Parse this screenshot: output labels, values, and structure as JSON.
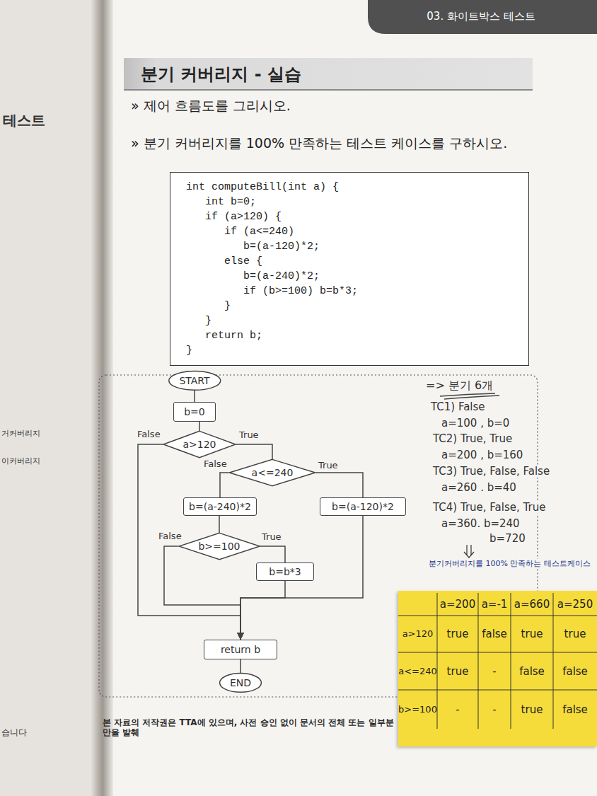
{
  "diagram": {
    "title": "분기 커버리지 - 실습",
    "nodes": [
      {
        "text": [
          "int computeBill(int a) {",
          "   int b=0;",
          "   if (a>120) {",
          "      if (a<=240)",
          "         b=(a-120)*2;",
          "      else {",
          "         b=(a-240)*2;",
          "         if (b>=100) b=b*3;",
          "      }",
          "   }",
          "   return b;",
          "}"
        ]
      },
      {
        "text": [
          "START"
        ]
      },
      {
        "text": [
          "b=0"
        ]
      },
      {
        "text": [
          "a>120"
        ]
      },
      {
        "text": [
          "a<=240"
        ]
      },
      {
        "text": [
          "b=(a-240)*2"
        ]
      },
      {
        "text": [
          "b=(a-120)*2"
        ]
      },
      {
        "text": [
          "b>=100"
        ]
      },
      {
        "text": [
          "b=b*3"
        ]
      },
      {
        "text": [
          "return b"
        ]
      },
      {
        "text": [
          "END"
        ]
      }
    ],
    "edges": [
      {
        "from": 1,
        "to": 2,
        "arrow": "none"
      },
      {
        "from": 2,
        "to": 3,
        "arrow": "none"
      },
      {
        "from": 3,
        "to": 4,
        "label": "True",
        "arrow": "none"
      },
      {
        "from": 3,
        "to": 9,
        "label": "False",
        "arrow": "to"
      },
      {
        "from": 4,
        "to": 5,
        "label": "False",
        "arrow": "none"
      },
      {
        "from": 4,
        "to": 6,
        "label": "True",
        "arrow": "none"
      },
      {
        "from": 5,
        "to": 7,
        "arrow": "none"
      },
      {
        "from": 7,
        "to": 8,
        "label": "True",
        "arrow": "none"
      },
      {
        "from": 7,
        "to": 9,
        "label": "False",
        "arrow": "to"
      },
      {
        "from": 8,
        "to": 9,
        "arrow": "to"
      },
      {
        "from": 6,
        "to": 9,
        "arrow": "to"
      },
      {
        "from": 9,
        "to": 10,
        "arrow": "none"
      }
    ],
    "labels": [
      "03. 화이트박스 테스트",
      "» 제어 흐름도를 그리시오.",
      "» 분기 커버리지를 100% 만족하는 테스트 케이스를 구하시오.",
      "테스트",
      "거커버리지",
      "이커버리지",
      "습니다",
      "=> 분기 6개",
      "TC1) False",
      "a=100 , b=0",
      "TC2) True, True",
      "a=200 , b=160",
      "TC3) True, False, False",
      "a=260 . b=40",
      "TC4) True, False, True",
      "a=360. b=240",
      "b=720",
      "분기커버리지를 100% 만족하는 테스트케이스",
      "a=200",
      "a=-1",
      "a=660",
      "a=250",
      "a>120",
      "true",
      "false",
      "true",
      "true",
      "a<=240",
      "true",
      "-",
      "false",
      "false",
      "b>=100",
      "-",
      "-",
      "true",
      "false",
      "본 자료의 저작권은 TTA에 있으며, 사전 승인 없이 문서의 전체 또는 일부분만을 발췌"
    ]
  }
}
